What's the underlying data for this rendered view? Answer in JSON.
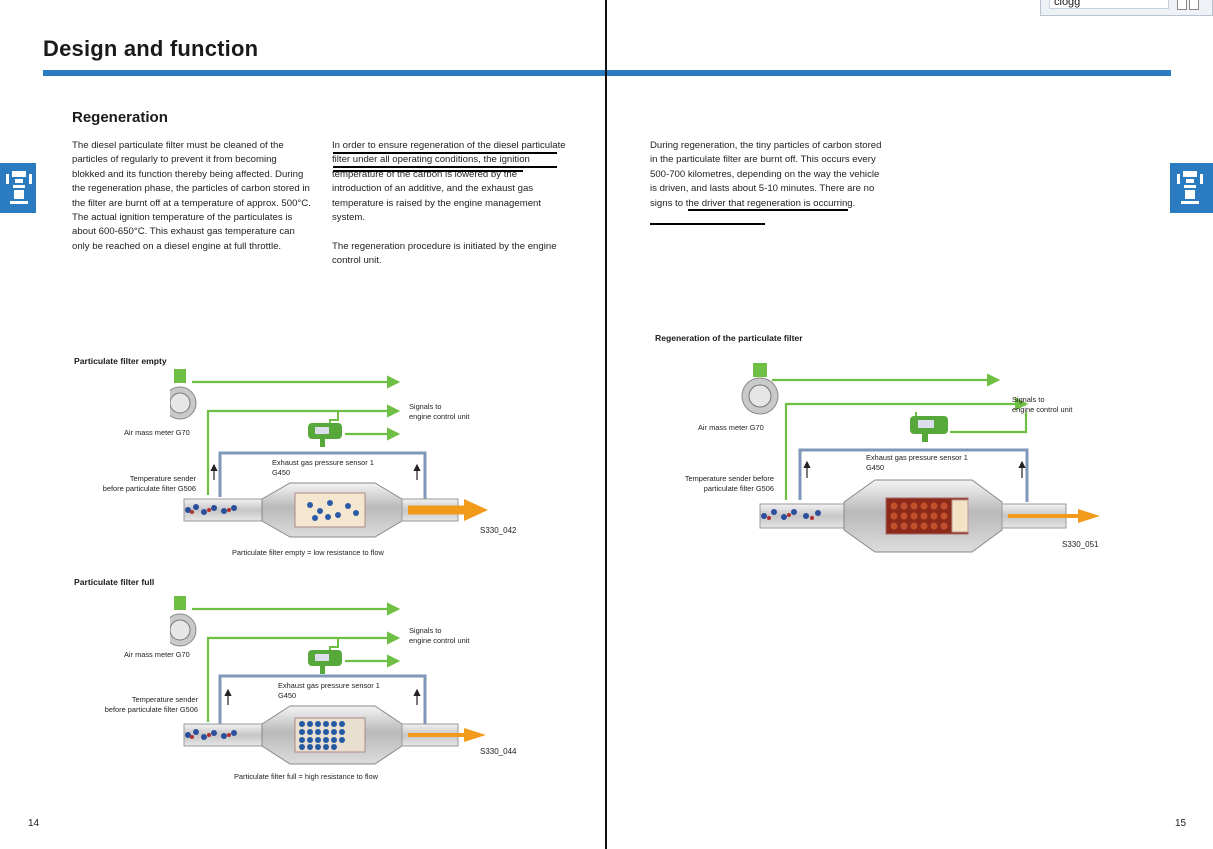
{
  "document": {
    "title": "Design and function",
    "page_left": "14",
    "page_right": "15",
    "search_value": "clogg"
  },
  "section": {
    "heading": "Regeneration",
    "col1": "The diesel particulate filter must be cleaned of the particles of regularly to prevent it from becoming blokked and its function thereby being affected. During the regeneration phase, the particles of carbon stored in the filter are burnt off at a temperature of approx. 500°C. The actual ignition temperature of the particulates is about 600-650°C. This exhaust gas temperature can only be reached on a diesel engine at full throttle.",
    "col2_p1": "In order to ensure regeneration of the diesel particulate filter under all operating conditions, the ignition temperature of the carbon is lowered by the introduction of an additive, and the exhaust gas temperature is raised by the engine management system.",
    "col2_p2": "The regeneration procedure is initiated by the engine control unit.",
    "col3": "During regeneration, the tiny particles of carbon stored in the particulate filter are burnt off. This occurs every 500-700 kilometres, depending on the way the vehicle is driven, and lasts about 5-10 minutes. There are no signs to the driver that regeneration is occurring."
  },
  "figures": {
    "empty": {
      "title": "Particulate filter empty",
      "air_mass": "Air mass meter G70",
      "signals": "Signals to\nengine control unit",
      "pressure": "Exhaust gas pressure sensor 1\nG450",
      "temp": "Temperature sender\nbefore particulate filter G506",
      "caption": "Particulate filter empty = low resistance to flow",
      "code": "S330_042"
    },
    "full": {
      "title": "Particulate filter full",
      "air_mass": "Air mass meter G70",
      "signals": "Signals to\nengine control unit",
      "pressure": "Exhaust gas pressure sensor 1\nG450",
      "temp": "Temperature sender\nbefore particulate filter G506",
      "caption": "Particulate filter full = high resistance to flow",
      "code": "S330_044"
    },
    "regen": {
      "title": "Regeneration of the particulate filter",
      "air_mass": "Air mass meter G70",
      "signals": "Signals to\nengine control unit",
      "pressure": "Exhaust gas pressure sensor 1\nG450",
      "temp": "Temperature sender before\nparticulate filter G506",
      "code": "S330_051"
    }
  },
  "colors": {
    "accent_blue": "#2a7bbf",
    "signal_green": "#6fbf44",
    "flow_orange": "#f29a1c",
    "underline": "#000000"
  },
  "icons": [
    "engine-side-tab-icon",
    "search-next-icon",
    "search-prev-icon"
  ]
}
